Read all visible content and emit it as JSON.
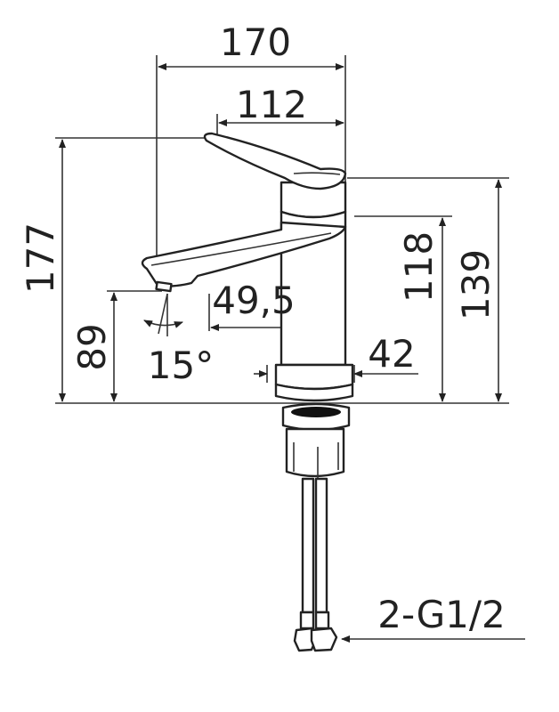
{
  "title": "Faucet dimension drawing",
  "colors": {
    "line": "#333333",
    "text": "#222222",
    "background": "#ffffff"
  },
  "dimensions": {
    "overall_length": "170",
    "lever_length": "112",
    "total_height": "177",
    "spout_height": "89",
    "body_height": "118",
    "lever_top_height": "139",
    "spout_offset": "49,5",
    "base_diameter": "42",
    "spout_angle": "15°",
    "connection": "2-G1/2"
  }
}
